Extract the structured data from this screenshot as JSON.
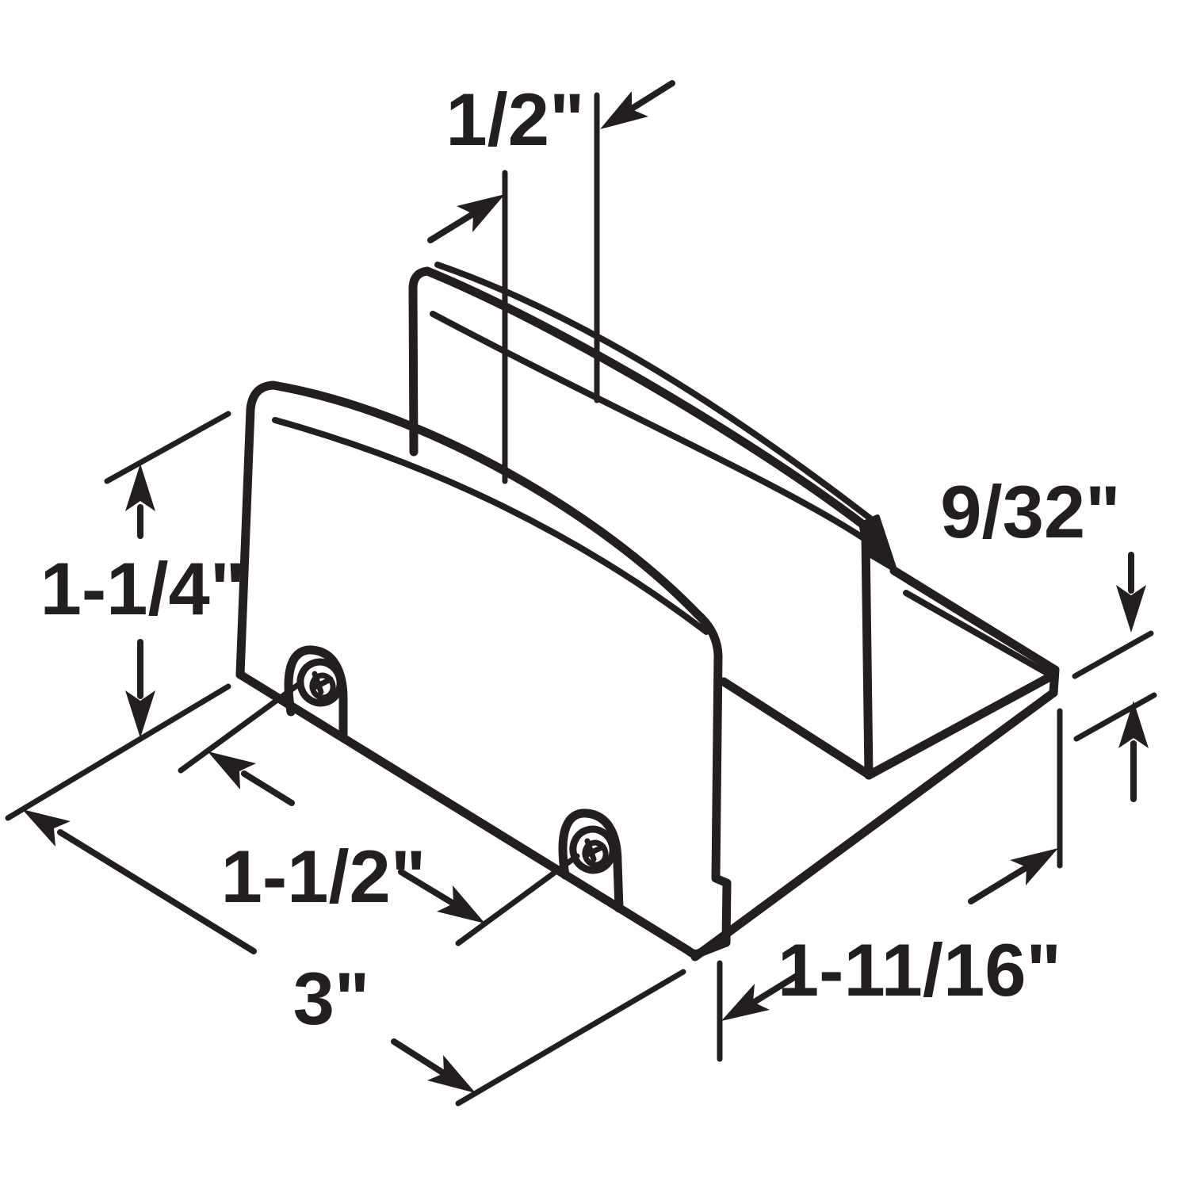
{
  "diagram": {
    "type": "technical-line-drawing",
    "subject": "sliding shower door bottom guide (isometric view with dimensions)",
    "colors": {
      "line": "#231f20",
      "background": "#ffffff"
    },
    "dimensions": {
      "channel_width": "1/2\"",
      "wall_height": "1-1/4\"",
      "hole_spacing": "1-1/2\"",
      "overall_length": "3\"",
      "base_thickness": "9/32\"",
      "base_depth": "1-11/16\""
    }
  }
}
